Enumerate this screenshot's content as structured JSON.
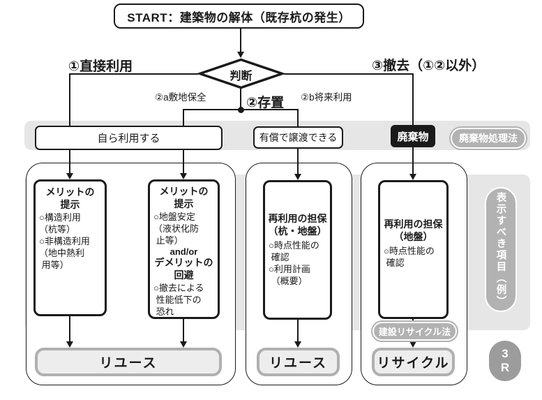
{
  "colors": {
    "ink": "#1a1a1a",
    "band-gray": "#e6e6e6",
    "pill-gray": "#b2b2b2",
    "pill-dark": "#9c9c9c",
    "outcome-fill": "#ededed",
    "outcome-border": "#b0b0b0"
  },
  "flow": {
    "start": "START：建築物の解体（既存杭の発生）",
    "decision": "判断",
    "branch1": "①直接利用",
    "branch2": "②存置",
    "branch2a": "②a敷地保全",
    "branch2b": "②b将来利用",
    "branch3": "③撤去（①②以外）"
  },
  "disposition": {
    "self_use": "自ら利用する",
    "transfer": "有償で譲渡できる",
    "waste": "廃棄物",
    "waste_law": "廃棄物処理法"
  },
  "items": {
    "box_a": {
      "title": "メリットの\n提示",
      "body": "○構造利用\n（杭等）\n○非構造利用\n（地中熱利\n 用等）"
    },
    "box_b": {
      "title": "メリットの\n提示",
      "body": "○地盤安定\n（液状化防\n 止等）",
      "connector": "and/or",
      "title2": "デメリットの\n回避",
      "body2": "○撤去による\n 性能低下の\n 恐れ"
    },
    "box_c": {
      "title": "再利用の担保\n（杭・地盤）",
      "body": "○時点性能の\n 確認\n○利用計画\n （概要）"
    },
    "box_d": {
      "title": "再利用の担保\n（地盤）",
      "body": "○時点性能の\n 確認"
    },
    "recycle_law": "建設リサイクル法"
  },
  "outcomes": {
    "reuse_left": "リユース",
    "reuse_mid": "リユース",
    "recycle": "リサイクル"
  },
  "sidebar": {
    "display_items": "表示すべき項目（例）",
    "three_r": "3R"
  }
}
